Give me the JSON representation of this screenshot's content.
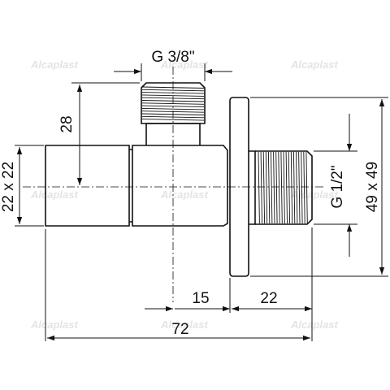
{
  "watermark": {
    "text": "Alcaplast"
  },
  "dimensions": {
    "outlet_thread": "G 3/8\"",
    "inlet_thread": "G 1/2\"",
    "body_section": "22 x 22",
    "flange_size": "49 x 49",
    "outlet_height": "28",
    "flange_offset": "15",
    "inlet_length": "22",
    "overall_length": "72"
  }
}
